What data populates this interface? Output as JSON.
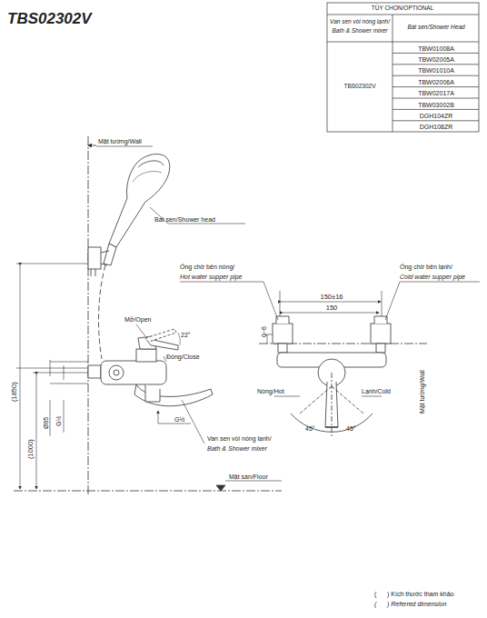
{
  "diagram": {
    "title": "TBS02302V",
    "labels": [
      "TÙY CHỌN/OPTIONAL",
      "Van sen vòi nóng lạnh/",
      "Bath & Shower mixer",
      "Bát sen/Shower Head",
      "TBS02302V",
      "TBW01008A",
      "TBW02005A",
      "TBW01010A",
      "TBW02006A",
      "TBW02017A",
      "TBW03002B",
      "DGH104ZR",
      "DGH108ZR",
      "Mặt tường/Wall",
      "Bát sen/Shower head",
      "Mở/Open",
      "22°",
      "Đóng/Close",
      "(1850)",
      "(1000)",
      "Ø65",
      "G½",
      "G½",
      "Van sen vòi nóng lạnh/",
      "Bath & Shower mixer",
      "Mặt sàn/Floor",
      "Ống chờ bên nóng/",
      "Hot water supper pipe",
      "Ống chờ bên lạnh/",
      "Cold water supper pipe",
      "150±16",
      "150",
      "0~6",
      "Mặt tường/Wall",
      "Nóng/Hot",
      "Lạnh/Cold",
      "45°",
      "45°",
      "(      ) Kích thước tham khảo",
      "(      ) Referred dimension"
    ]
  }
}
